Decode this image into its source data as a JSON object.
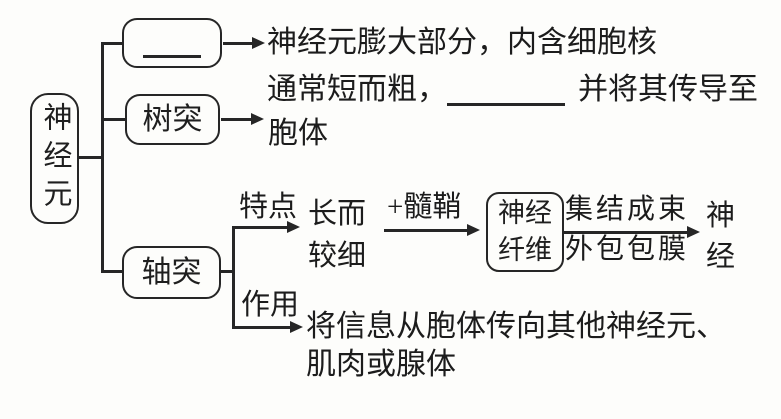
{
  "colors": {
    "ink": "#262626",
    "background": "#fdfdfb"
  },
  "diagram": {
    "root": {
      "label": "神经元"
    },
    "soma_branch": {
      "box_text": "",
      "description": "神经元膨大部分，内含细胞核"
    },
    "dendrite_branch": {
      "box_label": "树突",
      "desc_before_blank": "通常短而粗，",
      "desc_after_blank": "并将其传导至",
      "desc_line2": "胞体"
    },
    "axon_branch": {
      "box_label": "轴突",
      "feature_label": "特点",
      "feature_line1": "长而",
      "feature_line2": "较细",
      "myelin_arrow_label": "+髓鞘",
      "fiber_box_line1": "神经",
      "fiber_box_line2": "纤维",
      "bundle_arrow_top_label": "集结成束",
      "bundle_arrow_bottom_label": "外包包膜",
      "nerve_result_line1": "神",
      "nerve_result_line2": "经",
      "function_label": "作用",
      "function_line1": "将信息从胞体传向其他神经元、",
      "function_line2": "肌肉或腺体"
    }
  }
}
